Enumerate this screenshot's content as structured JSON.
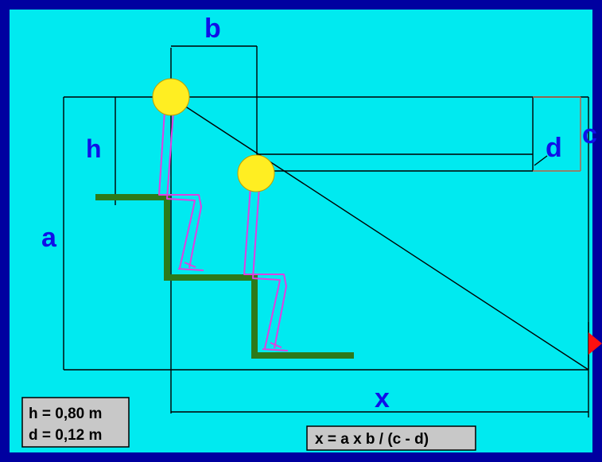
{
  "colors": {
    "frame": "#0000a0",
    "background": "#00eaf0",
    "label": "#1010e8",
    "stairs": "#2d7a1a",
    "figure": "#e040e0",
    "head": "#ffee22",
    "flag": "#ff1010",
    "dimension_line": "#c06040",
    "construction_line": "#000000",
    "info_box": "#c8c8c8"
  },
  "labels": {
    "a": "a",
    "b": "b",
    "c": "c",
    "d": "d",
    "h": "h",
    "x": "x"
  },
  "info_box": {
    "line1": "h = 0,80 m",
    "line2": "d = 0,12 m"
  },
  "formula": "x = a x b / (c - d)",
  "icons": {
    "target": "red-flag-icon",
    "spectator": "seated-person-icon"
  }
}
